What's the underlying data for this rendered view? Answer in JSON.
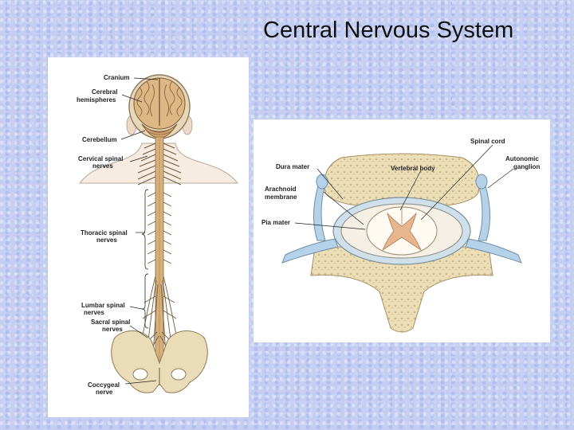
{
  "slide": {
    "title": "Central Nervous System"
  },
  "left_figure": {
    "labels": {
      "cranium": "Cranium",
      "cerebral_1": "Cerebral",
      "cerebral_2": "hemispheres",
      "cerebellum": "Cerebellum",
      "cervical_1": "Cervical spinal",
      "cervical_2": "nerves",
      "thoracic_1": "Thoracic spinal",
      "thoracic_2": "nerves",
      "lumbar_1": "Lumbar spinal",
      "lumbar_2": "nerves",
      "sacral_1": "Sacral spinal",
      "sacral_2": "nerves",
      "coccygeal_1": "Coccygeal",
      "coccygeal_2": "nerve"
    }
  },
  "right_figure": {
    "labels": {
      "spinal_cord": "Spinal cord",
      "dura_mater": "Dura mater",
      "vertebral_body": "Vertebral body",
      "autonomic_1": "Autonomic",
      "autonomic_2": "ganglion",
      "arachnoid_1": "Arachnoid",
      "arachnoid_2": "membrane",
      "pia_mater": "Pia mater"
    }
  }
}
